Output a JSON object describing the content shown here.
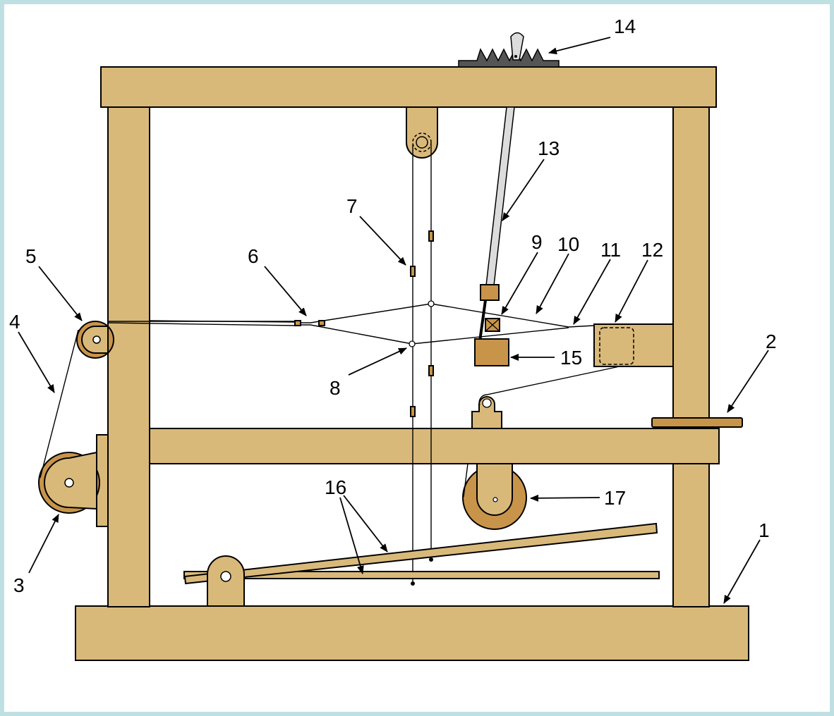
{
  "colors": {
    "frame_border": "#bfe0e2",
    "wood": "#d9b97a",
    "wood_dark": "#c8944a",
    "metal": "#555555",
    "lever": "#dcdcdc"
  },
  "labels": {
    "n1": "1",
    "n2": "2",
    "n3": "3",
    "n4": "4",
    "n5": "5",
    "n6": "6",
    "n7": "7",
    "n8": "8",
    "n9": "9",
    "n10": "10",
    "n11": "11",
    "n12": "12",
    "n13": "13",
    "n14": "14",
    "n15": "15",
    "n16": "16",
    "n17": "17"
  }
}
